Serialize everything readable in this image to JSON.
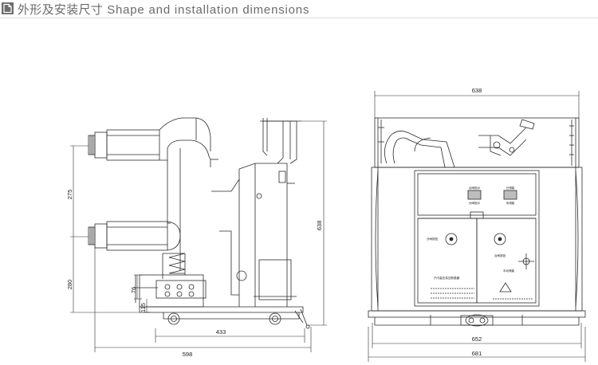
{
  "header": {
    "icon": "document-section-icon",
    "title_cn": "外形及安装尺寸",
    "title_en": "Shape and installation dimensions"
  },
  "side_view": {
    "dimensions": {
      "d275": "275",
      "d280": "280",
      "d76": "76",
      "d115": "115",
      "d638": "638",
      "d433": "433",
      "d598": "598"
    }
  },
  "front_view": {
    "dimensions": {
      "d638": "638",
      "d652": "652",
      "d681": "681"
    },
    "labels": {
      "indicator_close": "合闸指示",
      "indicator_open": "分闸指示",
      "energy_stored": "已储能",
      "energy_released": "未储能",
      "opening_button": "分闸按钮",
      "closing_button": "合闸按钮",
      "manual_storage": "手动储能",
      "nameplate": "户内高压真空断路器"
    }
  }
}
